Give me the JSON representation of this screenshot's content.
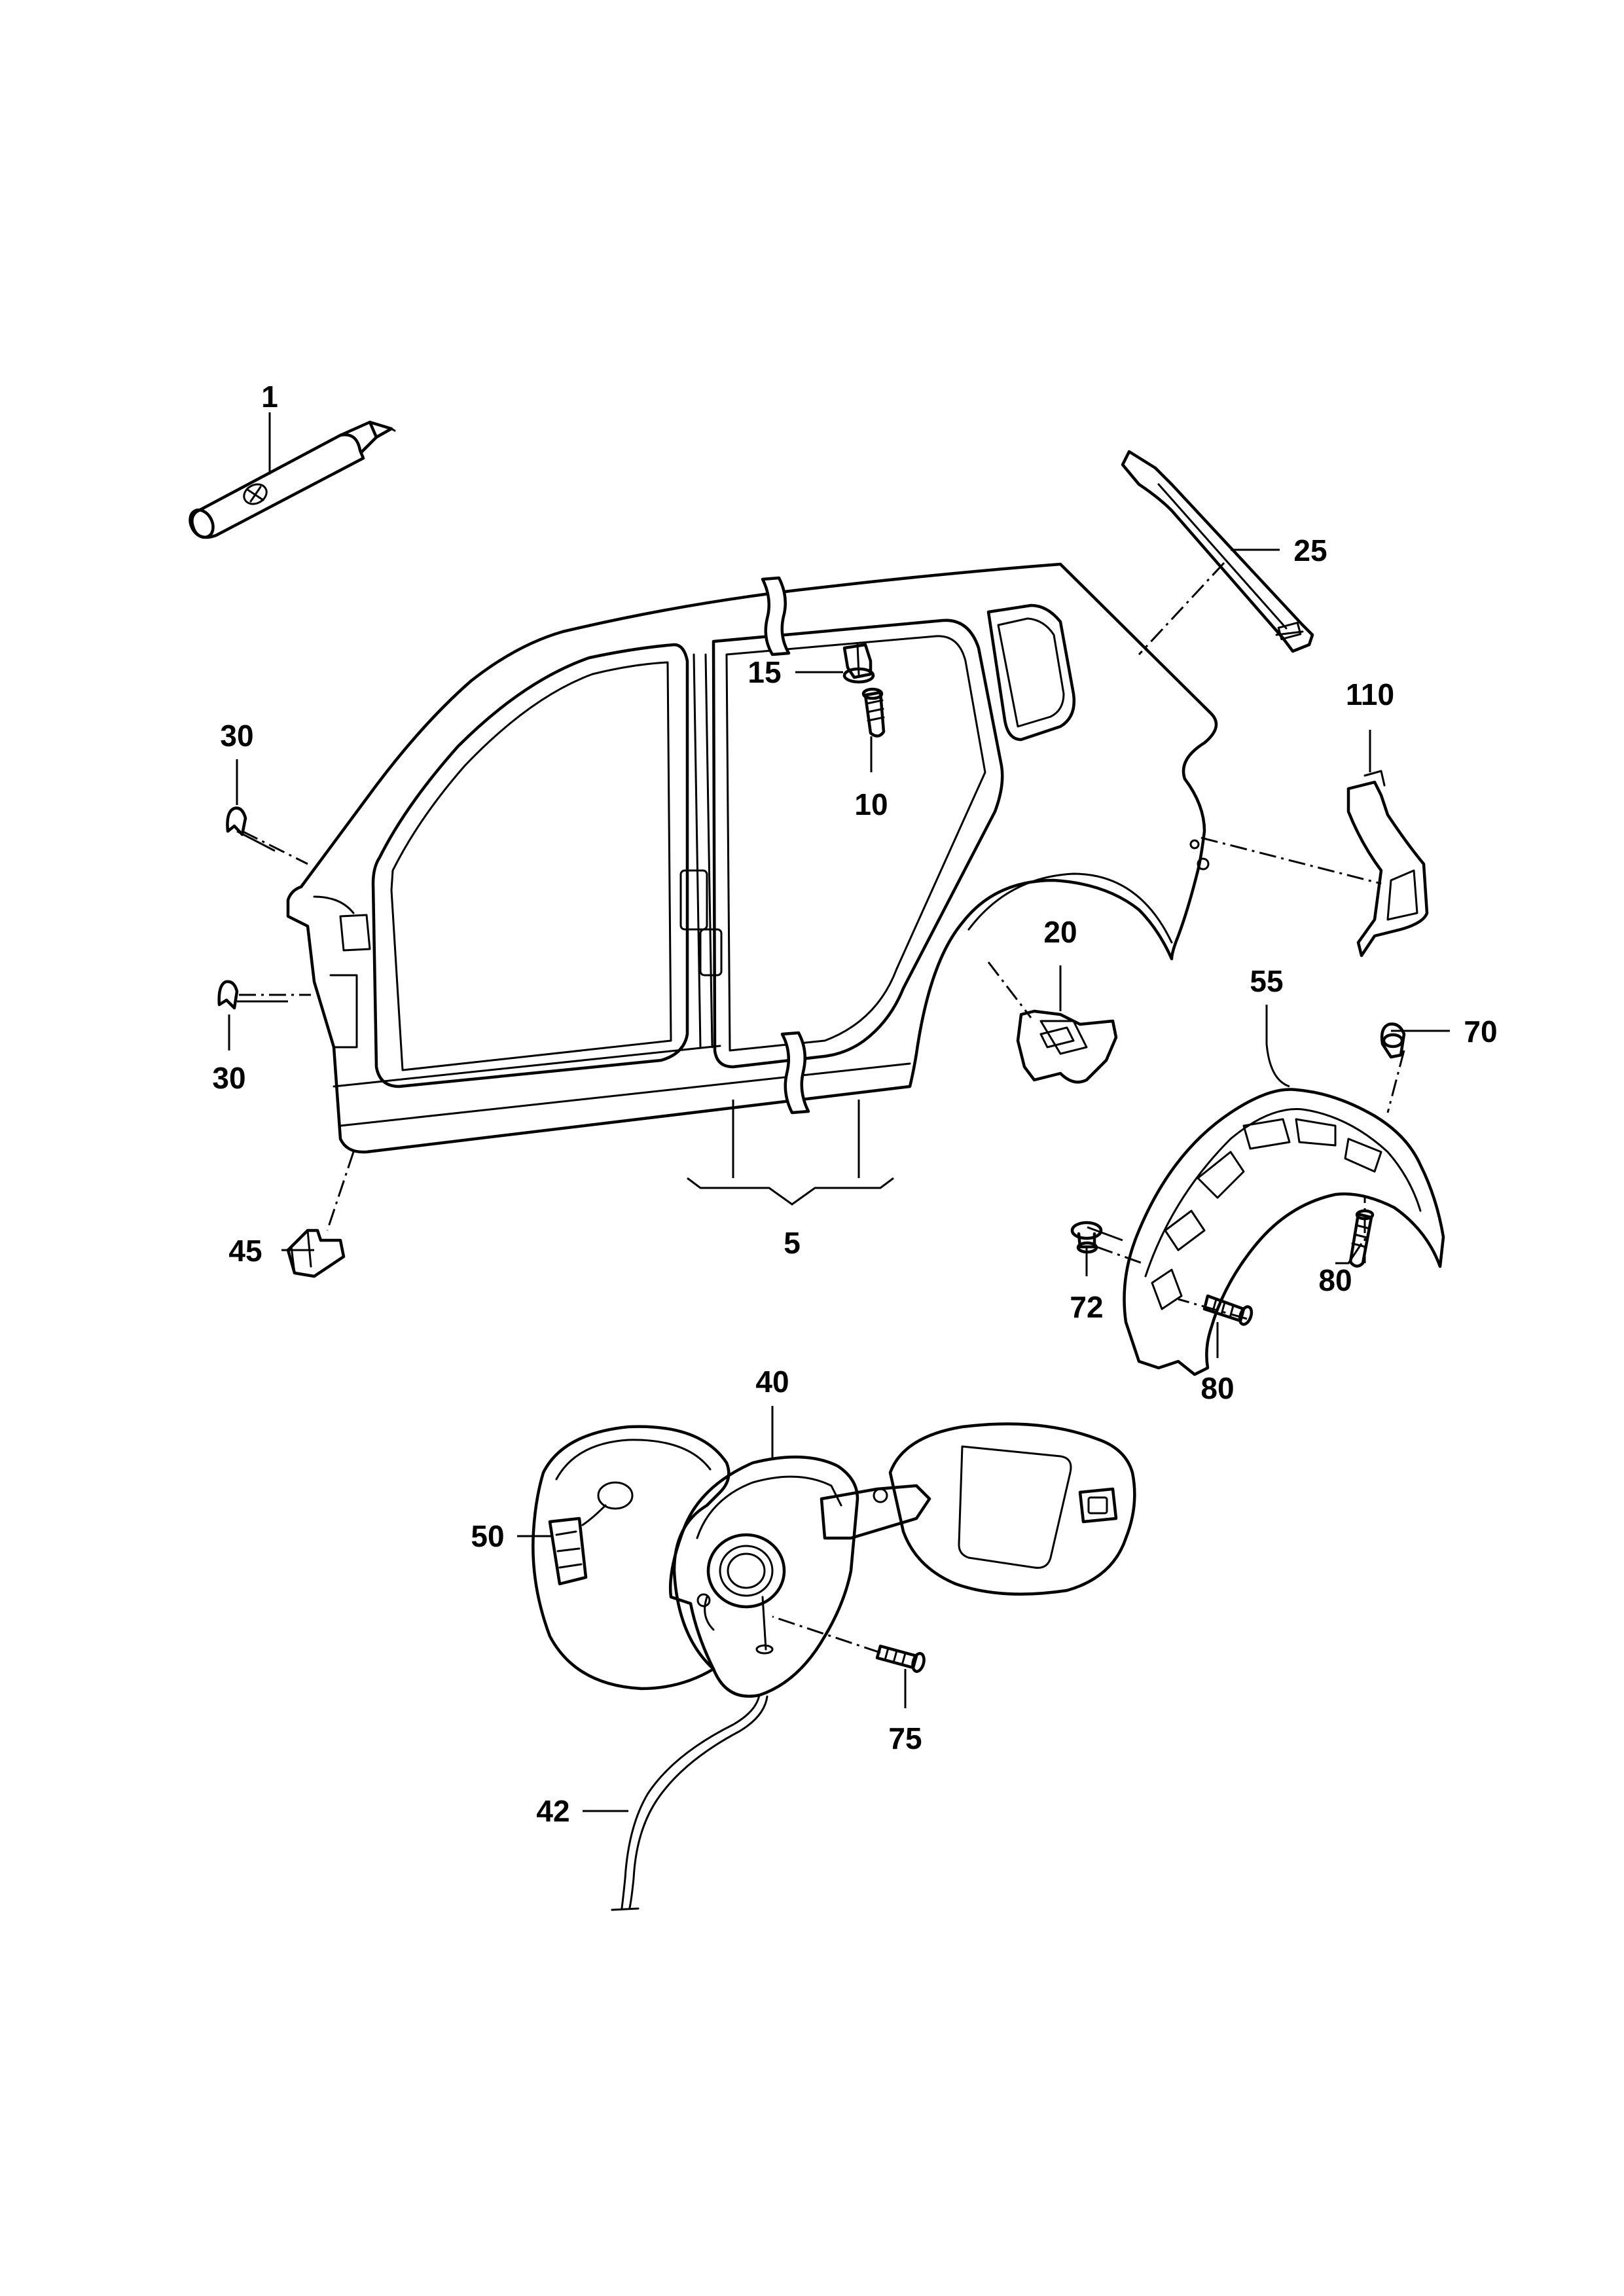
{
  "callouts": {
    "c1": "1",
    "c5": "5",
    "c10": "10",
    "c15": "15",
    "c20": "20",
    "c25": "25",
    "c30a": "30",
    "c30b": "30",
    "c40": "40",
    "c42": "42",
    "c45": "45",
    "c50": "50",
    "c55": "55",
    "c70": "70",
    "c72": "72",
    "c75": "75",
    "c80a": "80",
    "c80b": "80",
    "c110": "110"
  }
}
